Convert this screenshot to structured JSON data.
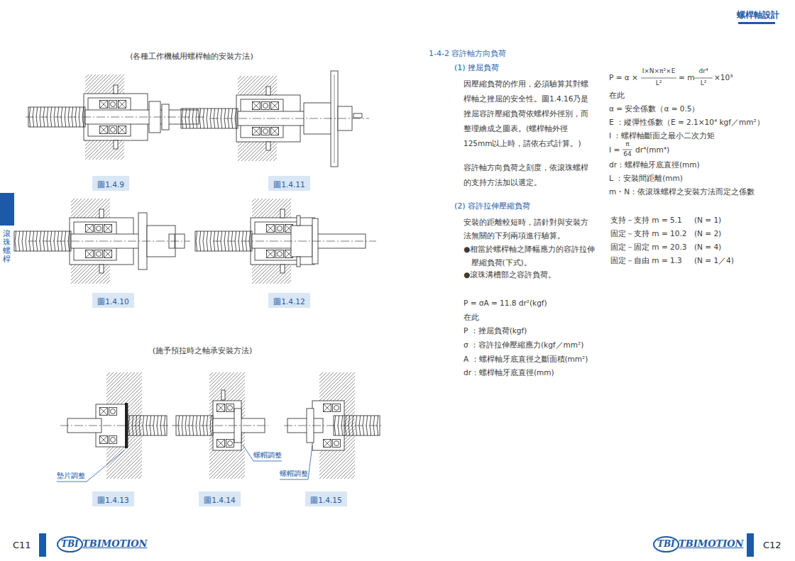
{
  "diagram": {
    "title": "螺桿軸設計",
    "nodes": [
      {
        "text": [
          "圖1.4.9"
        ]
      },
      {
        "text": [
          "圖1.4.11"
        ]
      },
      {
        "text": [
          "圖1.4.10"
        ]
      },
      {
        "text": [
          "圖1.4.12"
        ]
      },
      {
        "text": [
          "圖1.4.13"
        ]
      },
      {
        "text": [
          "圖1.4.14"
        ]
      },
      {
        "text": [
          "圖1.4.15"
        ]
      },
      {
        "text": [
          "滾珠螺桿"
        ]
      }
    ],
    "labels": [
      "(各種工作機械用螺桿軸的安裝方法)",
      "(施予預拉時之軸承安裝方法)",
      "墊片調整",
      "螺帽調整",
      "螺帽調整",
      "1-4-2 容許軸方向負荷",
      "(1) 挫屈負荷",
      "因壓縮負荷的作用，必須驗算其對螺桿軸之挫屈的安全性。圖1.4.16乃是挫屈容許壓縮負荷依螺桿外徑別，而整理繪成之圖表。(螺桿軸外徑125mm以上時，請依右式計算。)",
      "容許軸方向負荷之刻度，依滾珠螺桿的支持方法加以選定。",
      "P = α ×",
      "I×N×π²×E",
      "L²",
      "= m",
      "dr⁴",
      "L²",
      "×10³",
      "在此",
      "α = 安全係數（α = 0.5）",
      "E ：縱彈性係數（E = 2.1×10⁴ kgf／mm²）",
      "I ：螺桿軸斷面之最小二次力矩",
      "I =",
      "π",
      "64",
      "dr⁴(mm⁴)",
      "dr：螺桿軸牙底直徑(mm)",
      "L ：安裝間距離(mm)",
      "m・N：依滾珠螺桿之安裝方法而定之係數",
      "(2) 容許拉伸壓縮負荷",
      "安裝的距離較短時，請針對與安裝方法無關的下列兩項進行驗算。",
      "●相當於螺桿軸之降幅應力的容許拉伸壓縮負荷(下式)。",
      "●滾珠溝槽部之容許負荷。",
      "支持－支持 m = 5.1",
      "(N = 1)",
      "固定－支持 m = 10.2",
      "(N = 2)",
      "固定－固定 m = 20.3",
      "(N = 4)",
      "固定－自由 m = 1.3",
      "(N = 1／4)",
      "P = σA = 11.8 dr²(kgf)",
      "在此",
      "P ：挫屈負荷(kgf)",
      "σ ：容許拉伸壓縮應力(kgf／mm²)",
      "A ：螺桿軸牙底直徑之斷面積(mm²)",
      "dr：螺桿軸牙底直徑(mm)",
      "C11",
      "TBI",
      "TBIMOTION",
      "TBI",
      "TBIMOTION",
      "C12"
    ]
  }
}
